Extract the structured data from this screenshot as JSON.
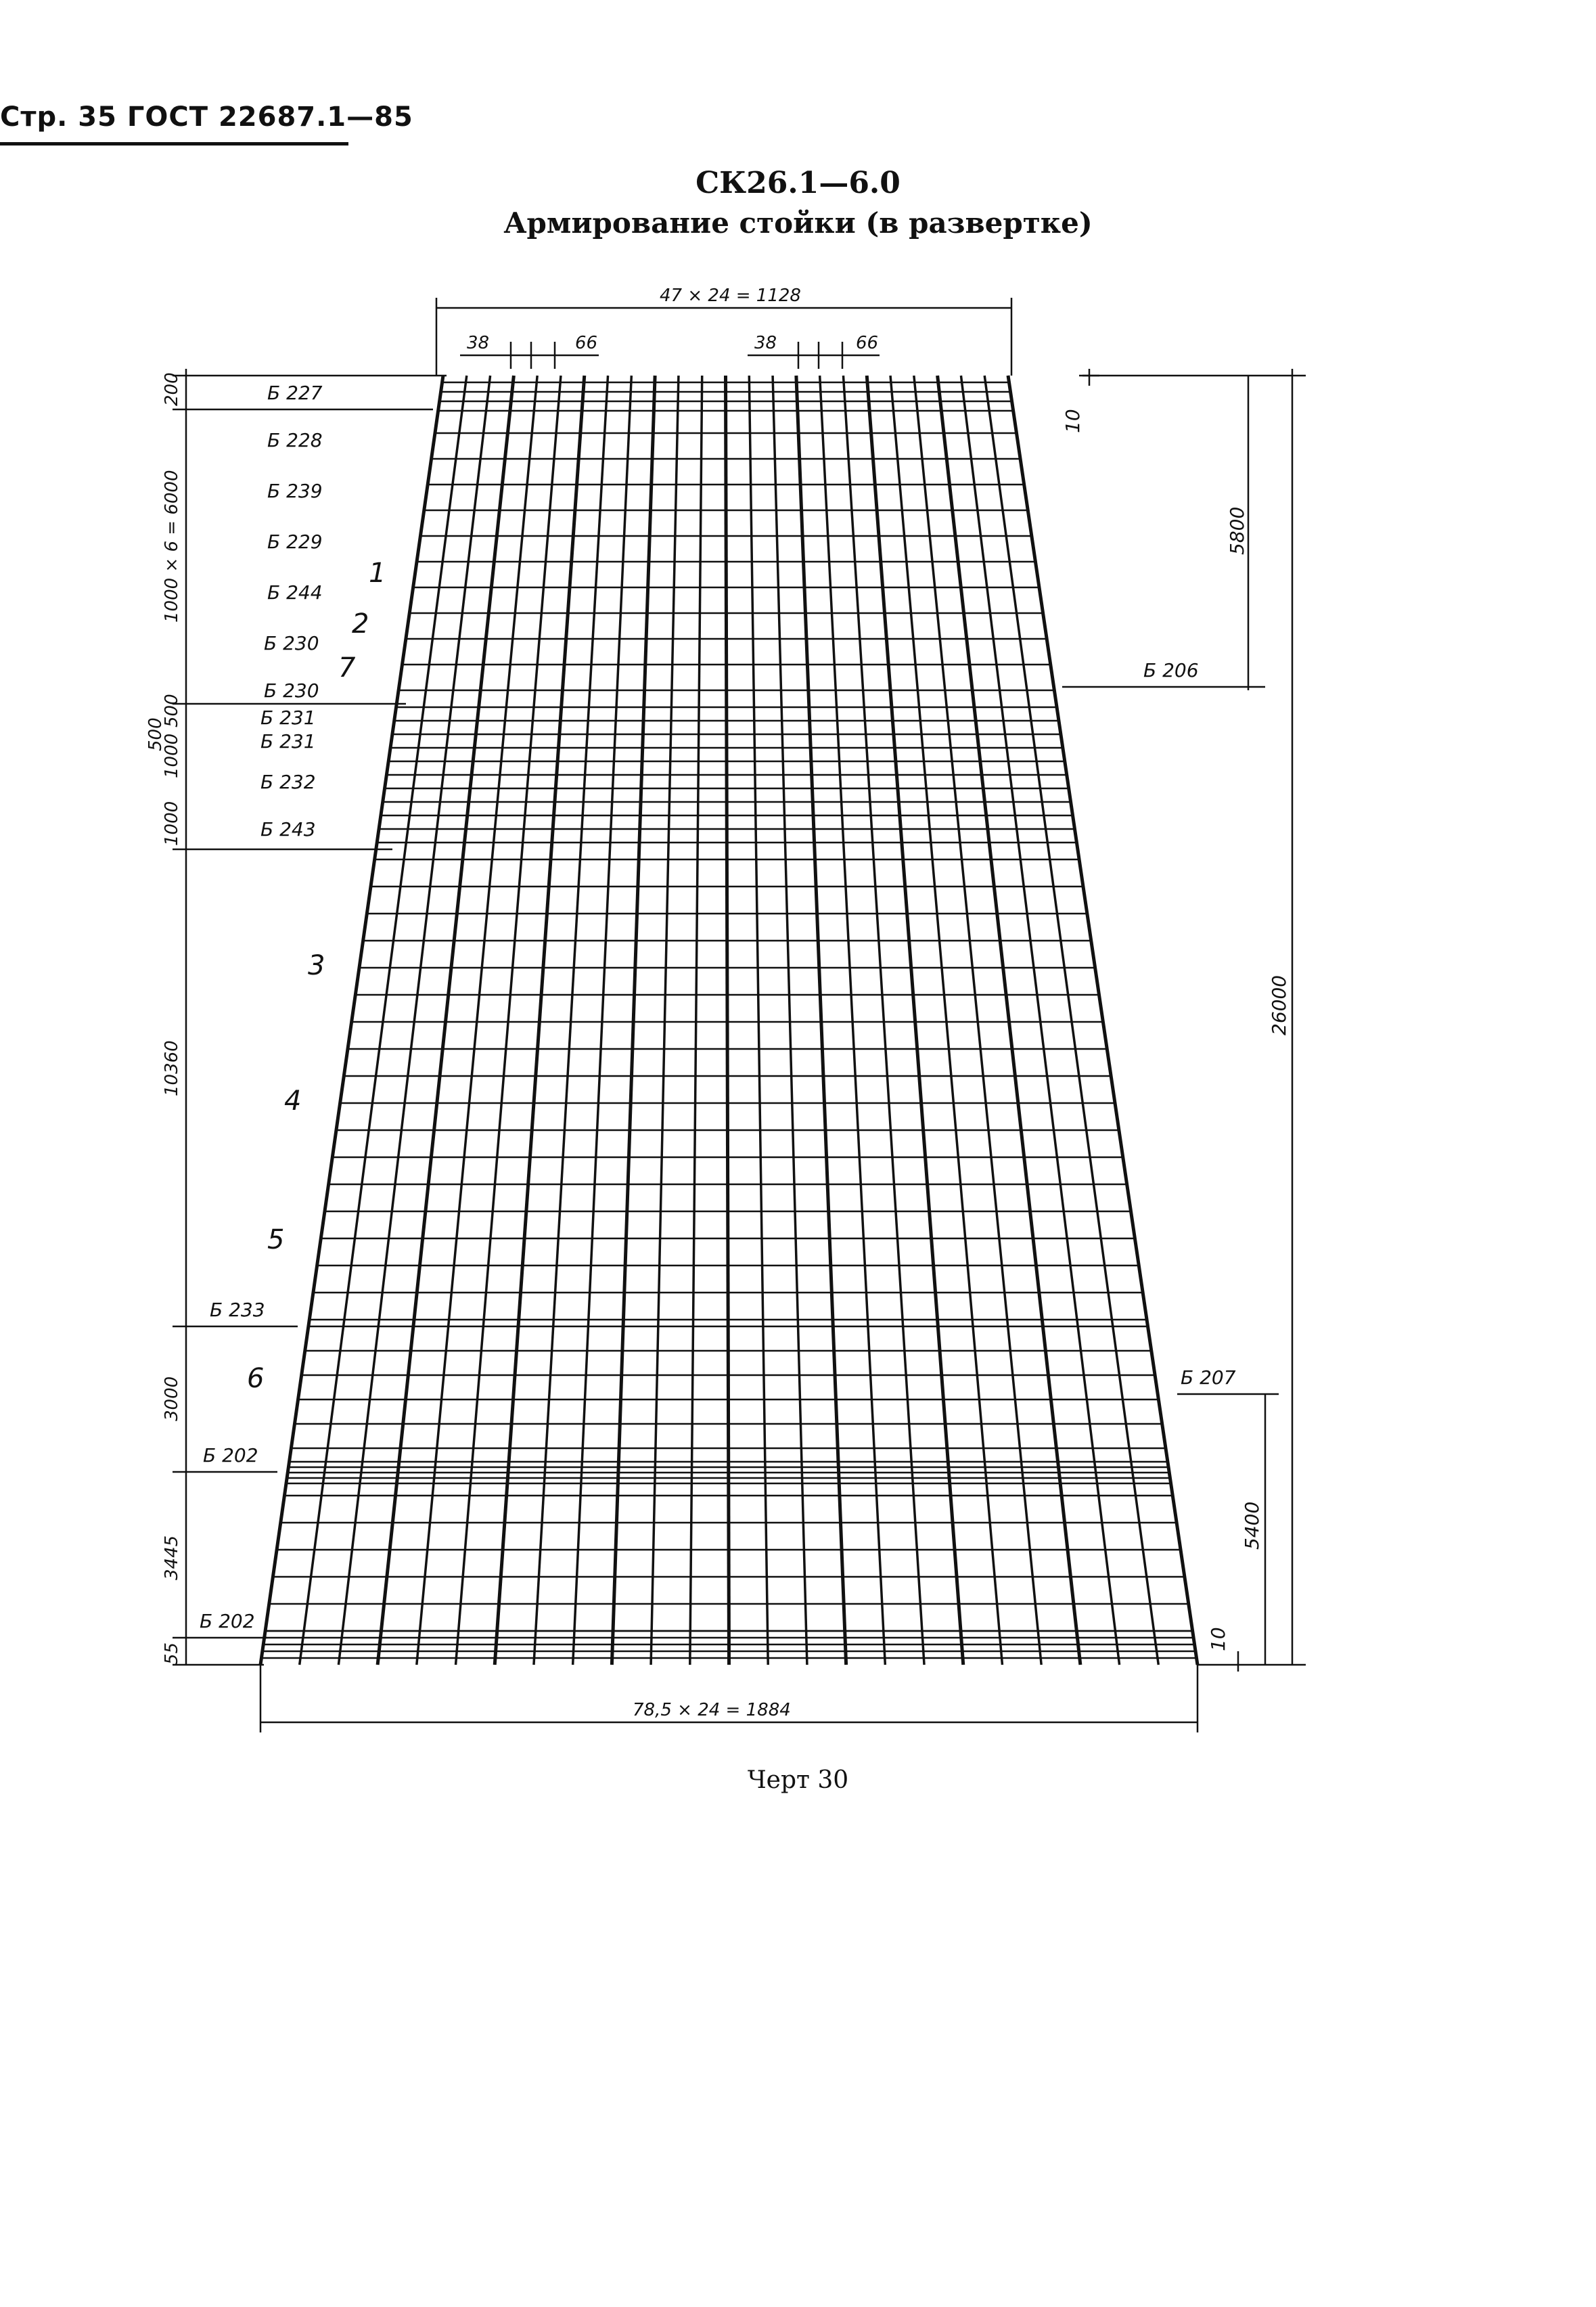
{
  "page": {
    "header": "Стр. 35 ГОСТ 22687.1—85",
    "title": "СК26.1—6.0",
    "subtitle": "Армирование стойки (в развертке)",
    "caption": "Черт 30"
  },
  "drawing": {
    "top_width_dim": "47 × 24 = 1128",
    "bottom_width_dim": "78,5 × 24 = 1884",
    "top_spacing_left_a": "38",
    "top_spacing_left_b": "66",
    "top_spacing_right_a": "38",
    "top_spacing_right_b": "66",
    "left_dims": [
      "200",
      "1000 × 6 = 6000",
      "500",
      "500",
      "1000",
      "1000",
      "10360",
      "3000",
      "3445",
      "55"
    ],
    "right_dims": [
      "10",
      "5800",
      "26000",
      "5400",
      "10"
    ],
    "rebar_labels": [
      "Б 227",
      "Б 228",
      "Б 239",
      "Б 229",
      "Б 244",
      "Б 230",
      "Б 230",
      "Б 231",
      "Б 231",
      "Б 232",
      "Б 243",
      "Б 233",
      "Б 202",
      "Б 202"
    ],
    "right_labels": [
      "Б 206",
      "Б 207"
    ],
    "position_markers": [
      "1",
      "2",
      "7",
      "3",
      "4",
      "5",
      "6"
    ]
  }
}
